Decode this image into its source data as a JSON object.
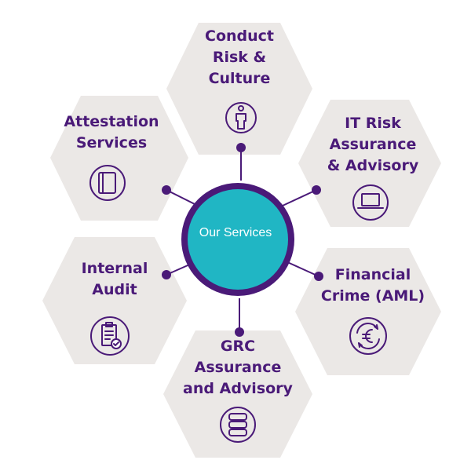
{
  "center": {
    "label": "Our Services"
  },
  "services": [
    {
      "label": "Conduct\nRisk &\nCulture",
      "icon": "person-icon"
    },
    {
      "label": "IT Risk\nAssurance\n& Advisory",
      "icon": "laptop-icon"
    },
    {
      "label": "Financial\nCrime (AML)",
      "icon": "euro-cycle-icon"
    },
    {
      "label": "GRC\nAssurance\nand Advisory",
      "icon": "server-icon"
    },
    {
      "label": "Internal\nAudit",
      "icon": "clipboard-check-icon"
    },
    {
      "label": "Attestation\nServices",
      "icon": "book-icon"
    }
  ],
  "colors": {
    "hexagon": "#ebe8e6",
    "accent": "#4a1a78",
    "center_fill": "#20b6c4"
  }
}
